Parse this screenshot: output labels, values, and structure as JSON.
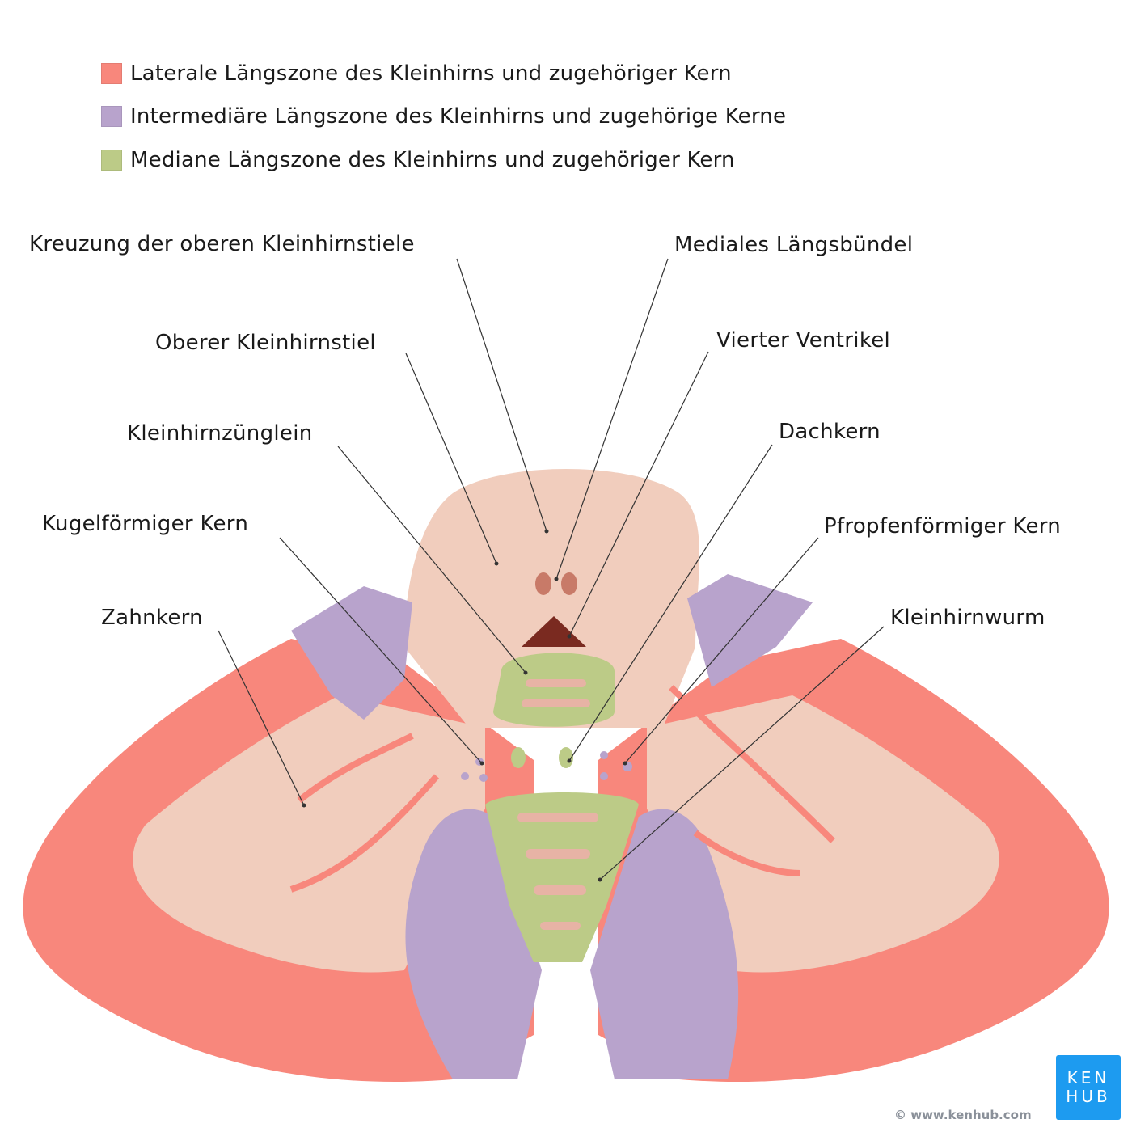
{
  "legend": [
    {
      "label": "Laterale Längszone des Kleinhirns und zugehöriger Kern",
      "color": "#f8877c"
    },
    {
      "label": "Intermediäre Längszone des Kleinhirns und zugehörige Kerne",
      "color": "#b8a3cc"
    },
    {
      "label": "Mediane Längszone des Kleinhirns und zugehöriger Kern",
      "color": "#bccb87"
    }
  ],
  "labels": {
    "kreuzung": "Kreuzung der oberen Kleinhirnstiele",
    "oberer_stiel": "Oberer Kleinhirnstiel",
    "zuenglein": "Kleinhirnzünglein",
    "kugelfoermig": "Kugelförmiger Kern",
    "zahnkern": "Zahnkern",
    "mlf": "Mediales Längsbündel",
    "ventrikel": "Vierter Ventrikel",
    "dachkern": "Dachkern",
    "pfropfen": "Pfropfenförmiger Kern",
    "wurm": "Kleinhirnwurm"
  },
  "branding": {
    "logo_line1": "KEN",
    "logo_line2": "HUB",
    "copyright": "© www.kenhub.com"
  },
  "colors": {
    "white_matter": "#f1cdbd",
    "lateral": "#f8877c",
    "intermediate": "#b8a3cc",
    "median": "#bccb87"
  }
}
